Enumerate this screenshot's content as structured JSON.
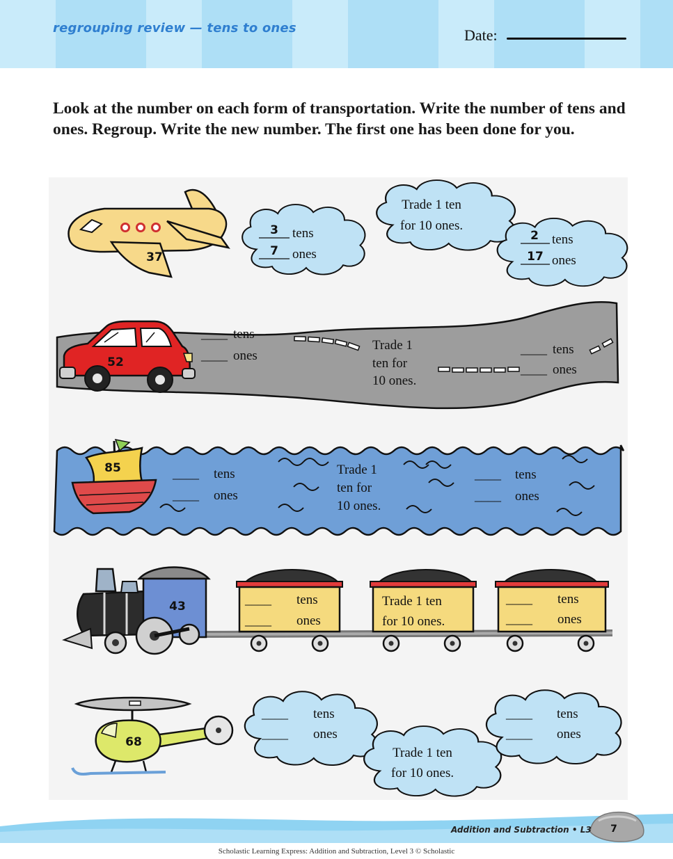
{
  "header": {
    "title": "regrouping review — tens to ones",
    "date_label": "Date:"
  },
  "instructions": "Look at the number on each form of transportation. Write the number of tens and ones. Regroup. Write the new number. The first one has been done for you.",
  "labels": {
    "tens": "tens",
    "ones": "ones"
  },
  "blank": "____",
  "airplane": {
    "number": "37",
    "tens_value": "3",
    "ones_value": "7",
    "trade_line1": "Trade 1 ten",
    "trade_line2": "for 10 ones.",
    "new_tens": "2",
    "new_ones": "17"
  },
  "car": {
    "number": "52",
    "trade_line1": "Trade 1",
    "trade_line2": "ten for",
    "trade_line3": "10 ones."
  },
  "boat": {
    "number": "85",
    "trade_line1": "Trade 1",
    "trade_line2": "ten for",
    "trade_line3": "10 ones."
  },
  "train": {
    "number": "43",
    "trade_line1": "Trade 1 ten",
    "trade_line2": "for 10 ones."
  },
  "helicopter": {
    "number": "68",
    "trade_line1": "Trade 1 ten",
    "trade_line2": "for 10 ones."
  },
  "footer": {
    "book": "Addition and Subtraction • L3",
    "page": "7",
    "copyright": "Scholastic Learning Express: Addition and Subtraction, Level 3 © Scholastic"
  },
  "colors": {
    "header": "#aedff6",
    "title": "#2f7fd0",
    "cloud": "#bfe2f5",
    "road": "#9d9d9d",
    "water": "#6f9fd7",
    "car": "#e02424",
    "plane": "#f7d98a",
    "train_car": "#f5da7e",
    "helicopter": "#dde86a",
    "boat": "#df4a4a"
  }
}
